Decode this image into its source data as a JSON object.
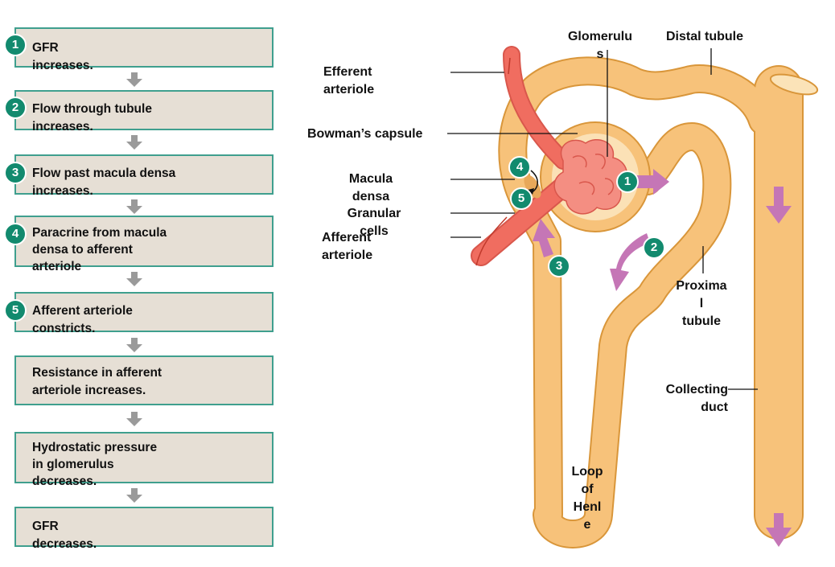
{
  "flowchart": {
    "steps": [
      {
        "number": "1",
        "text": "GFR\nincreases."
      },
      {
        "number": "2",
        "text": "Flow through tubule\nincreases."
      },
      {
        "number": "3",
        "text": "Flow past macula densa\nincreases."
      },
      {
        "number": "4",
        "text": "Paracrine from macula\ndensa to afferent\narteriole"
      },
      {
        "number": "5",
        "text": "Afferent arteriole\nconstricts."
      },
      {
        "number": "",
        "text": "Resistance in afferent\narteriole increases."
      },
      {
        "number": "",
        "text": "Hydrostatic pressure\nin glomerulus\ndecreases."
      },
      {
        "number": "",
        "text": "GFR\ndecreases."
      }
    ]
  },
  "diagram": {
    "labels": {
      "efferent_arteriole": "Efferent\narteriole",
      "glomerulus": "Glomerulu\ns",
      "distal_tubule": "Distal tubule",
      "bowmans_capsule": "Bowman’s capsule",
      "macula_densa": "Macula\ndensa",
      "granular_cells": "Granular\ncells",
      "afferent_arteriole": "Afferent\narteriole",
      "proximal_tubule": "Proxima\nl\ntubule",
      "collecting_duct": "Collecting\nduct",
      "loop_of_henle": "Loop\nof\nHenl\ne"
    },
    "badges": [
      "1",
      "2",
      "3",
      "4",
      "5"
    ],
    "colors": {
      "tubule": "#f7c27a",
      "tubule_outline": "#d9963a",
      "arteriole": "#f06d60",
      "badge": "#128a6e",
      "flow_arrow": "#c576b6",
      "box_fill": "#e6dfd5",
      "box_border": "#3f9f8e"
    }
  }
}
